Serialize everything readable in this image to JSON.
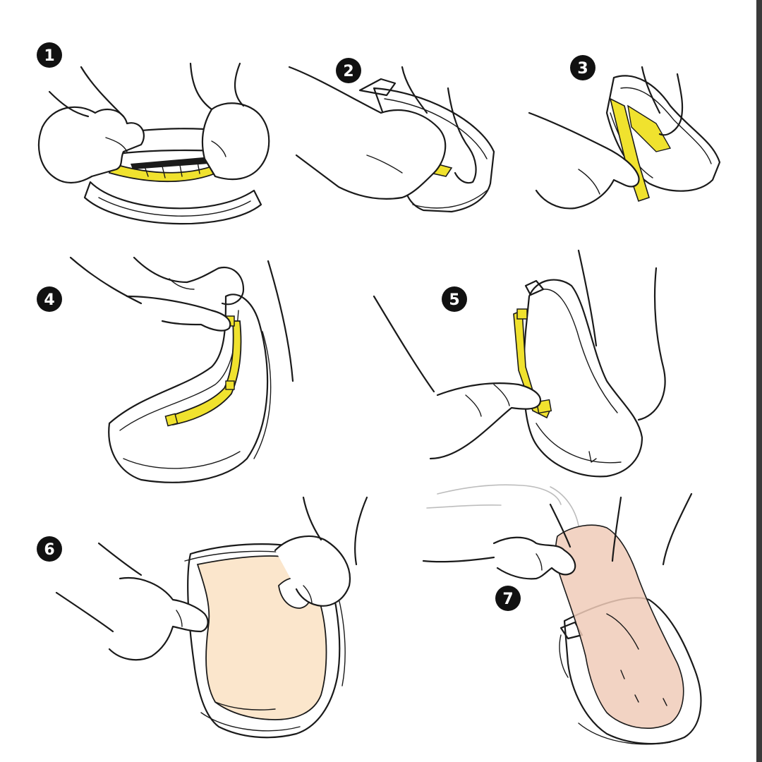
{
  "steps": [
    {
      "number": "1"
    },
    {
      "number": "2"
    },
    {
      "number": "3"
    },
    {
      "number": "4"
    },
    {
      "number": "5"
    },
    {
      "number": "6"
    },
    {
      "number": "7"
    }
  ],
  "colors": {
    "outline": "#1a1a1a",
    "strap_yellow": "#f0e22e",
    "lens_peach": "#fbe6cc",
    "lens_rose": "#f0cbb8",
    "badge_bg": "#111111",
    "frame_bar": "#3a3a3a"
  },
  "icons": [
    "step-number-badge",
    "hand-illustration",
    "goggle-frame",
    "goggle-lens"
  ]
}
